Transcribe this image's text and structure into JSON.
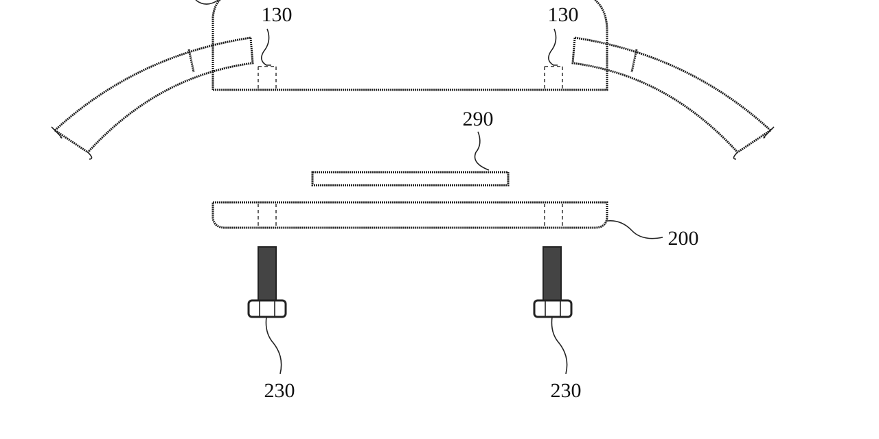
{
  "figure": {
    "labels": {
      "sensor_left": "130",
      "sensor_right": "130",
      "plate_top": "290",
      "plate_bottom": "200",
      "screw_left": "230",
      "screw_right": "230"
    },
    "colors": {
      "line": "#222222",
      "background": "#ffffff"
    }
  }
}
